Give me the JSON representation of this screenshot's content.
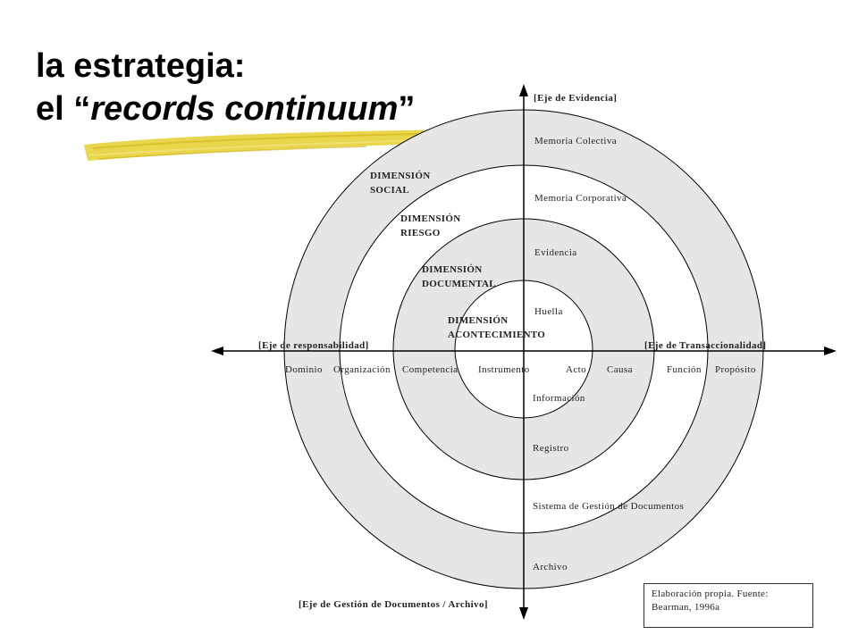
{
  "title": {
    "line1": "la estrategia:",
    "line2_prefix": "el “",
    "line2_emphasis": "records continuum",
    "line2_suffix": "”"
  },
  "axes": {
    "evidence": "[Eje de Evidencia]",
    "responsibility": "[Eje de responsabilidad]",
    "transactionality": "[Eje de Transaccionalidad]",
    "records_management": "[Eje de Gestión de Documentos / Archivo]"
  },
  "dimensions": {
    "social_1": "DIMENSIÓN",
    "social_2": "SOCIAL",
    "riesgo_1": "DIMENSIÓN",
    "riesgo_2": "RIESGO",
    "documental_1": "DIMENSIÓN",
    "documental_2": "DOCUMENTAL",
    "acontecimiento_1": "DIMENSIÓN",
    "acontecimiento_2": "ACONTECIMIENTO"
  },
  "evidence_labels": {
    "memoria_colectiva": "Memoria Colectiva",
    "memoria_corporativa": "Memoria Corporativa",
    "evidencia": "Evidencia",
    "huella": "Huella"
  },
  "records_labels": {
    "informacion": "Información",
    "registro": "Registro",
    "sistema": "Sistema de Gestión de Documentos",
    "archivo": "Archivo"
  },
  "responsibility_labels": {
    "dominio": "Dominio",
    "organizacion": "Organización",
    "competencia": "Competencia",
    "instrumento": "Instrumento"
  },
  "transaction_labels": {
    "acto": "Acto",
    "causa": "Causa",
    "funcion": "Función",
    "proposito": "Propósito"
  },
  "source": {
    "line1": "Elaboración propia. Fuente:",
    "line2": "Bearman, 1996a"
  },
  "colors": {
    "ring_shade": "#e6e6e6",
    "highlighter": "#e8d23a",
    "line": "#000000"
  }
}
